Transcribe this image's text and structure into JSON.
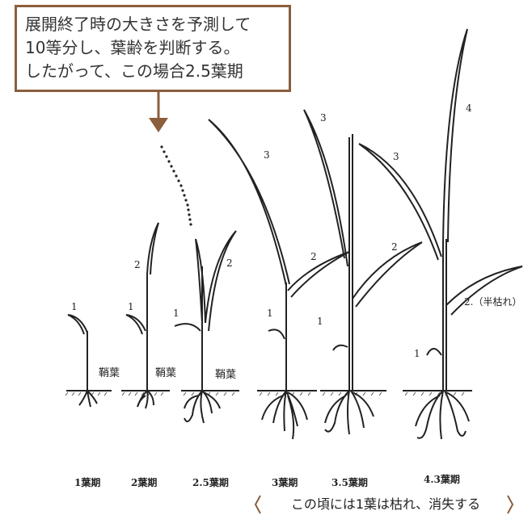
{
  "callout": {
    "lines": [
      "展開終了時の大きさを予測して",
      "10等分し、葉齢を判断する。",
      "したがって、この場合2.5葉期"
    ],
    "border_color": "#8b5e3c"
  },
  "stages": [
    {
      "label": "1葉期",
      "leaf_labels": [
        "1"
      ],
      "sheath_label": "鞘葉"
    },
    {
      "label": "2葉期",
      "leaf_labels": [
        "1",
        "2"
      ],
      "sheath_label": "鞘葉"
    },
    {
      "label": "2.5葉期",
      "leaf_labels": [
        "1",
        "2"
      ],
      "sheath_label": "鞘葉"
    },
    {
      "label": "3葉期",
      "leaf_labels": [
        "1",
        "2",
        "3"
      ]
    },
    {
      "label": "3.5葉期",
      "leaf_labels": [
        "1",
        "2",
        "3"
      ]
    },
    {
      "label": "4.3葉期",
      "leaf_labels": [
        "1",
        "2",
        "3",
        "4"
      ],
      "extra_label": "2.（半枯れ）"
    }
  ],
  "note": {
    "text": "この頃には1葉は枯れ、消失する",
    "bracket_color": "#8b5e3c"
  },
  "colors": {
    "ink": "#222222",
    "accent": "#8b5e3c"
  }
}
